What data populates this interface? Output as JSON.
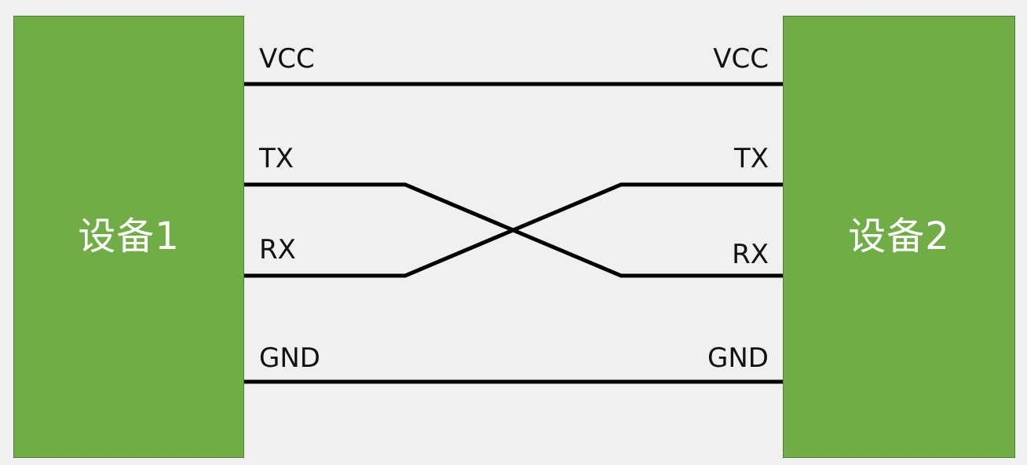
{
  "devices": {
    "left": {
      "label": "设备1"
    },
    "right": {
      "label": "设备2"
    }
  },
  "pins": {
    "left": {
      "vcc": "VCC",
      "tx": "TX",
      "rx": "RX",
      "gnd": "GND"
    },
    "right": {
      "vcc": "VCC",
      "tx": "TX",
      "rx": "RX",
      "gnd": "GND"
    }
  },
  "colors": {
    "device_fill": "#70ad47",
    "device_border": "#507e32",
    "device_text": "#ffffff",
    "wire": "#000000",
    "background": "#f0f0f0"
  }
}
